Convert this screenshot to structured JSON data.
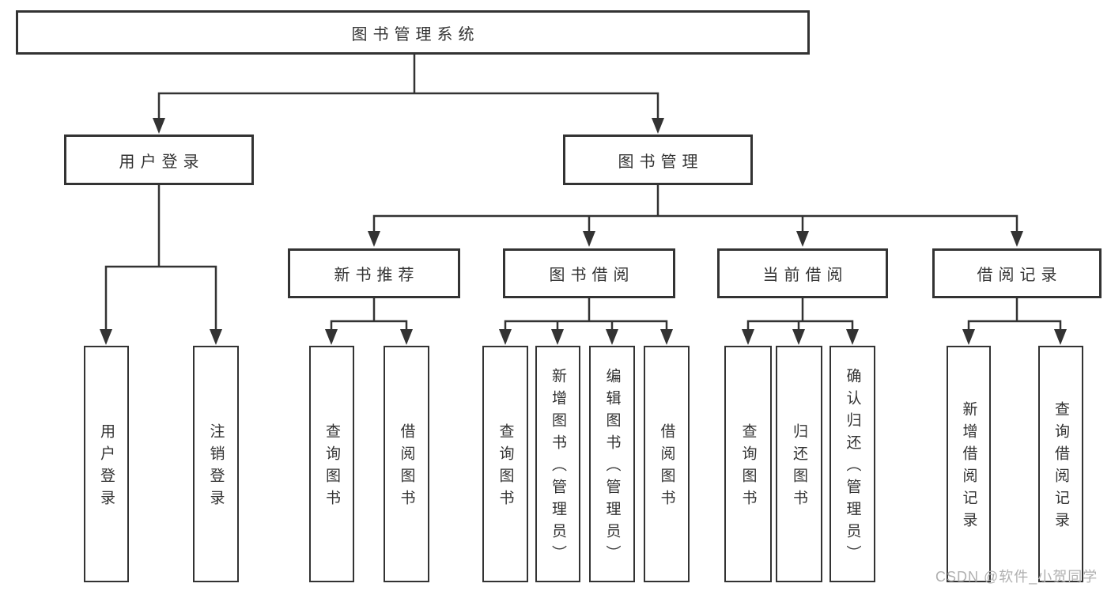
{
  "diagram_title": "图书管理系统",
  "tree": {
    "label": "图书管理系统",
    "children": [
      {
        "label": "用户登录",
        "children": [
          {
            "label": "用户登录"
          },
          {
            "label": "注销登录"
          }
        ]
      },
      {
        "label": "图书管理",
        "children": [
          {
            "label": "新书推荐",
            "children": [
              {
                "label": "查询图书"
              },
              {
                "label": "借阅图书"
              }
            ]
          },
          {
            "label": "图书借阅",
            "children": [
              {
                "label": "查询图书"
              },
              {
                "label": "新增图书（管理员）"
              },
              {
                "label": "编辑图书（管理员）"
              },
              {
                "label": "借阅图书"
              }
            ]
          },
          {
            "label": "当前借阅",
            "children": [
              {
                "label": "查询图书"
              },
              {
                "label": "归还图书"
              },
              {
                "label": "确认归还（管理员）"
              }
            ]
          },
          {
            "label": "借阅记录",
            "children": [
              {
                "label": "新增借阅记录"
              },
              {
                "label": "查询借阅记录"
              }
            ]
          }
        ]
      }
    ]
  },
  "watermark": {
    "text": "CSDN @软件_小贺同学"
  },
  "colors": {
    "line": "#333333",
    "text": "#333333",
    "box_background": "#ffffff",
    "page_background": "#ffffff",
    "watermark": "#b0b0b0"
  }
}
